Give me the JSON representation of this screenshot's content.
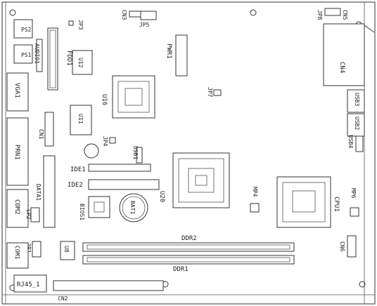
{
  "labels": {
    "ps2": "PS2",
    "ps1": "PS1",
    "audio1": "AUDIO1",
    "fdd1": "FDD1",
    "u12": "U12",
    "jp3": "JP3",
    "cn3": "CN3",
    "jp5": "JP5",
    "pwr1": "PWR1",
    "jp8": "JP8",
    "cn5": "CN5",
    "cn4": "CN4",
    "vga1": "VGA1",
    "u16": "U16",
    "jp7": "JP7",
    "usb3": "USB3",
    "u11": "U11",
    "usb2": "USB2",
    "prn1": "PRN1",
    "cn1": "CN1",
    "jp4": "JP4",
    "usb1": "USB1",
    "usb4": "USB4",
    "ide1": "IDE1",
    "ide2": "IDE2",
    "data1": "DATA1",
    "com2": "COM2",
    "u20": "U20",
    "mp4": "MP4",
    "cpu1": "CPU1",
    "mp6": "MP6",
    "bios1": "BIOS1",
    "bat1": "BAT1",
    "lp2": "LP2",
    "jp1": "JP1",
    "com1": "COM1",
    "u8": "U8",
    "ddr2": "DDR2",
    "ddr1": "DDR1",
    "cn6": "CN6",
    "rj45": "RJ45_1",
    "cn2": "CN2"
  }
}
